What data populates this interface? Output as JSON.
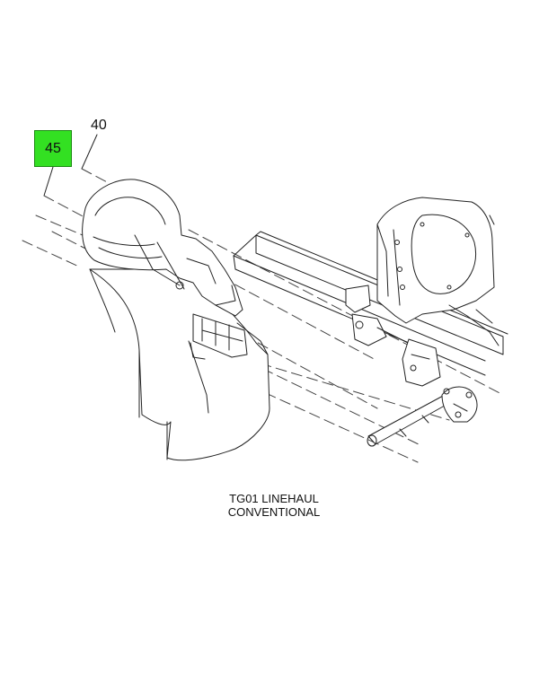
{
  "callouts": {
    "part_45": "45",
    "part_40": "40"
  },
  "caption": {
    "line1": "TG01 LINEHAUL",
    "line2": "CONVENTIONAL"
  },
  "colors": {
    "highlight": "#33e022",
    "line": "#222222"
  }
}
